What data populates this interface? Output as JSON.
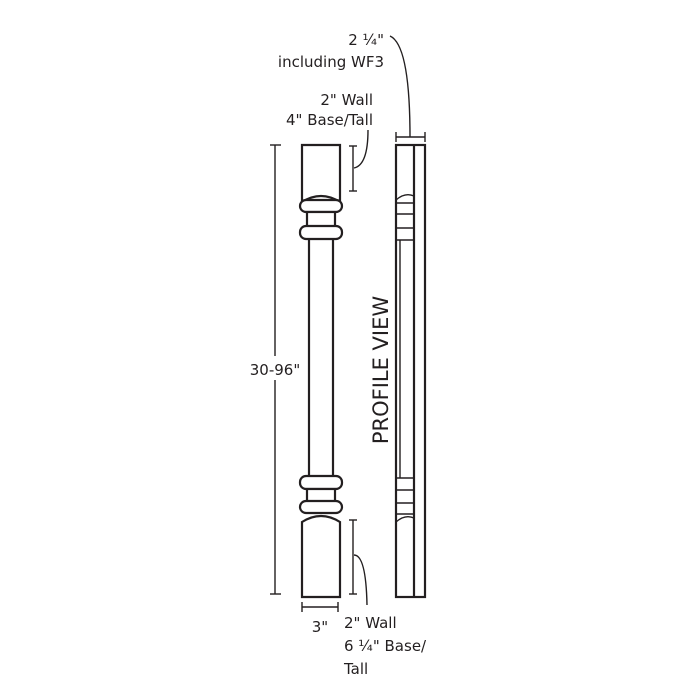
{
  "labels": {
    "profile_width": "2 ¼\"",
    "profile_width_note": "including WF3",
    "top_block_line1": "2\" Wall",
    "top_block_line2": "4\" Base/Tall",
    "height": "30-96\"",
    "profile_view": "PROFILE VIEW",
    "width": "3\"",
    "bottom_block_line1": "2\" Wall",
    "bottom_block_line2": "6 ¼\" Base/",
    "bottom_block_line3": "Tall"
  },
  "colors": {
    "line": "#231f20",
    "background": "#ffffff"
  }
}
